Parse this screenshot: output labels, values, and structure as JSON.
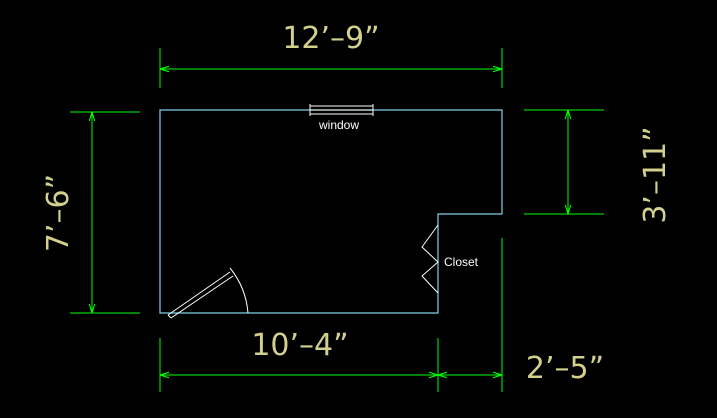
{
  "plan": {
    "dimensions": {
      "top_width": "12’–9”",
      "left_height": "7’–6”",
      "right_upper_height": "3’–11”",
      "bottom_width": "10’–4”",
      "bottom_right_width": "2’–5”"
    },
    "labels": {
      "window": "window",
      "closet": "Closet"
    },
    "colors": {
      "dimension_text": "#d2d08c",
      "dimension_lines": "#00ff00",
      "walls": "#7fd0e8",
      "annotations": "#ffffff",
      "background": "#000000"
    }
  }
}
